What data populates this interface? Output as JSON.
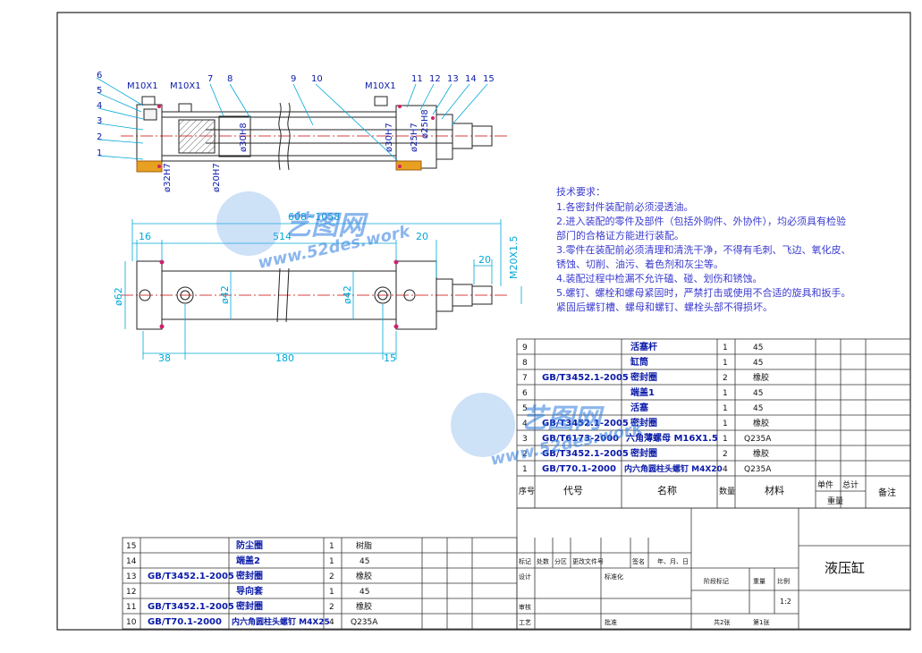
{
  "drawing": {
    "title": "液压缸",
    "scale": "1:2",
    "sheet_total": "共2张",
    "sheet_no": "第1张",
    "overall_length": "608~1058"
  },
  "watermark": {
    "logo_text": "艺图网",
    "url_text": "www.52des.work"
  },
  "top_view": {
    "item_numbers": [
      "1",
      "2",
      "3",
      "4",
      "5",
      "6",
      "7",
      "8",
      "9",
      "10",
      "11",
      "12",
      "13",
      "14",
      "15"
    ],
    "port_labels": [
      "M10X1",
      "M10X1",
      "M10X1"
    ],
    "diameter_labels": [
      "ø32H7",
      "ø20H7",
      "ø30H8",
      "ø30H7",
      "ø25H7",
      "ø25H8"
    ]
  },
  "front_view": {
    "dims": {
      "d16": "16",
      "d514": "514",
      "d20a": "20",
      "d20b": "20",
      "thread": "M20X1.5",
      "d62": "ø62",
      "d42a": "ø42",
      "d42b": "ø42",
      "d38": "38",
      "d180": "180",
      "d15": "15"
    }
  },
  "technical_requirements": {
    "heading": "技术要求：",
    "lines": [
      "1.各密封件装配前必须浸透油。",
      "2.进入装配的零件及部件（包括外购件、外协件），均必须具有检验",
      "部门的合格证方能进行装配。",
      "3.零件在装配前必须清理和清洗干净，不得有毛刺、飞边、氧化皮、",
      "锈蚀、切削、油污、着色剂和灰尘等。",
      "4.装配过程中检漏不允许磕、碰、划伤和锈蚀。",
      "5.螺钉、螺栓和螺母紧固时，严禁打击或使用不合适的旋具和扳手。",
      "紧固后螺钉槽、螺母和螺钉、螺栓头部不得损坏。"
    ]
  },
  "bom_right": {
    "rows": [
      {
        "no": "9",
        "code": "",
        "name": "活塞杆",
        "qty": "1",
        "mat": "45"
      },
      {
        "no": "8",
        "code": "",
        "name": "缸筒",
        "qty": "1",
        "mat": "45"
      },
      {
        "no": "7",
        "code": "GB/T3452.1-2005",
        "name": "密封圈",
        "qty": "2",
        "mat": "橡胶"
      },
      {
        "no": "6",
        "code": "",
        "name": "端盖1",
        "qty": "1",
        "mat": "45"
      },
      {
        "no": "5",
        "code": "",
        "name": "活塞",
        "qty": "1",
        "mat": "45"
      },
      {
        "no": "4",
        "code": "GB/T3452.1-2005",
        "name": "密封圈",
        "qty": "1",
        "mat": "橡胶"
      },
      {
        "no": "3",
        "code": "GB/T6173-2000",
        "name": "六角薄螺母 M16X1.5",
        "qty": "1",
        "mat": "Q235A"
      },
      {
        "no": "2",
        "code": "GB/T3452.1-2005",
        "name": "密封圈",
        "qty": "2",
        "mat": "橡胶"
      },
      {
        "no": "1",
        "code": "GB/T70.1-2000",
        "name": "内六角圆柱头螺钉 M4X20",
        "qty": "4",
        "mat": "Q235A"
      }
    ],
    "header": {
      "no": "序号",
      "code": "代号",
      "name": "名称",
      "qty": "数量",
      "mat": "材料",
      "unit": "单件",
      "total": "总计",
      "weight": "重量",
      "remark": "备注"
    }
  },
  "bom_left": {
    "rows": [
      {
        "no": "15",
        "code": "",
        "name": "防尘圈",
        "qty": "1",
        "mat": "树脂"
      },
      {
        "no": "14",
        "code": "",
        "name": "端盖2",
        "qty": "1",
        "mat": "45"
      },
      {
        "no": "13",
        "code": "GB/T3452.1-2005",
        "name": "密封圈",
        "qty": "2",
        "mat": "橡胶"
      },
      {
        "no": "12",
        "code": "",
        "name": "导向套",
        "qty": "1",
        "mat": "45"
      },
      {
        "no": "11",
        "code": "GB/T3452.1-2005",
        "name": "密封圈",
        "qty": "2",
        "mat": "橡胶"
      },
      {
        "no": "10",
        "code": "GB/T70.1-2000",
        "name": "内六角圆柱头螺钉 M4X25",
        "qty": "4",
        "mat": "Q235A"
      }
    ]
  },
  "title_block": {
    "rev_mark": "标记",
    "rev_count": "处数",
    "rev_zone": "分区",
    "rev_doc": "更改文件号",
    "rev_sign": "签名",
    "rev_date": "年、月、日",
    "design": "设计",
    "std": "标准化",
    "check": "审核",
    "process": "工艺",
    "approve": "批准",
    "stage": "阶段标记",
    "weight": "重量",
    "scale_label": "比例"
  }
}
